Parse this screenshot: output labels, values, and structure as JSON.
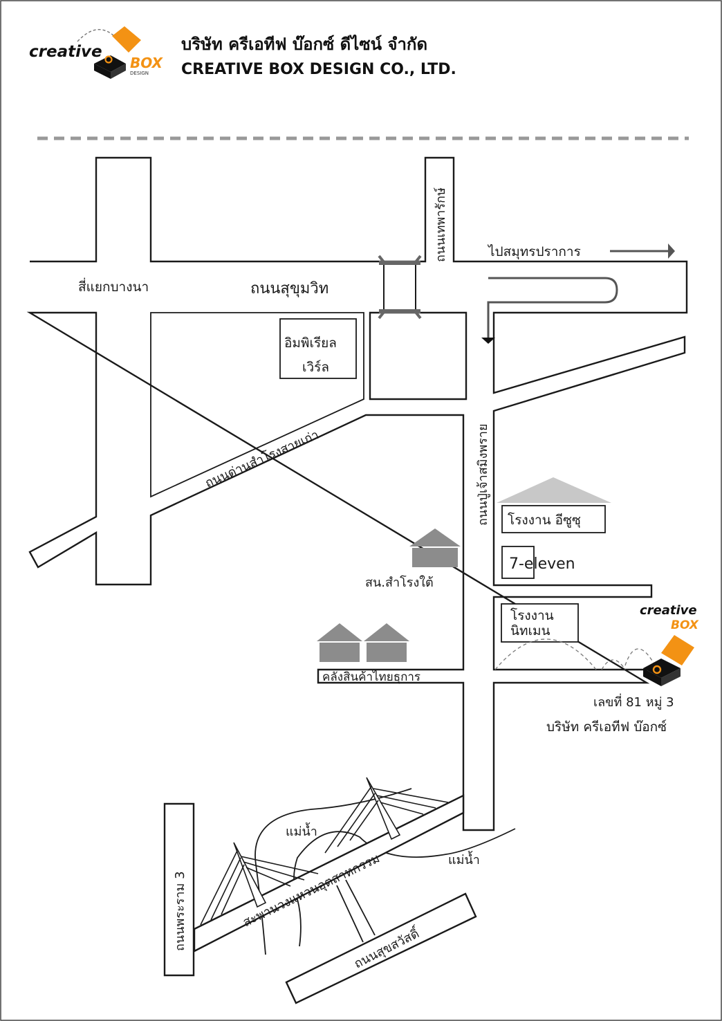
{
  "company": {
    "name_th": "บริษัท ครีเอทีฟ บ๊อกซ์ ดีไซน์ จำกัด",
    "name_en": "CREATIVE BOX DESIGN CO., LTD.",
    "logo": {
      "word": "creative",
      "box": "BOX",
      "design": "DESIGN"
    }
  },
  "colors": {
    "accent": "#f39214",
    "road_outline": "#1a1a1a",
    "building_gray": "#8c8c8c",
    "roof_light": "#c8c8c8",
    "arrow": "#555555"
  },
  "labels": {
    "bang_na": "สี่แยกบางนา",
    "sukhumvit": "ถนนสุขุมวิท",
    "thepharak": "ถนนเทพารักษ์",
    "to_samut_prakan": "ไปสมุทรปราการ",
    "imperial_world": [
      "อิมพิเรียล",
      "เวิร์ล"
    ],
    "dan_samrong_old": "ถนนด่านสำโรงสายเก่า",
    "pu_chao": "ถนนปู่เจ้าสมิงพราย",
    "isuzu_factory": "โรงงาน อีซูซุ",
    "seven_eleven": "7-eleven",
    "samrong_tai_office": "สน.สำโรงใต้",
    "nitmen_factory": [
      "โรงงาน",
      "นิทเมน"
    ],
    "creative_logo_word": "creative",
    "creative_logo_box": "BOX",
    "thai_goods_warehouse": "คลังสินค้าไทยธุการ",
    "address": "เลขที่ 81 หมู่ 3",
    "company_short": "บริษัท ครีเอทีฟ บ๊อกซ์",
    "river_1": "แม่น้ำ",
    "river_2": "แม่น้ำ",
    "bridge": "สะพานวงแหวนอุตสาหกรรม",
    "pracharam_3": "ถนนพระราม 3",
    "suksawat": "ถนนสุขสวัสดิ์"
  }
}
